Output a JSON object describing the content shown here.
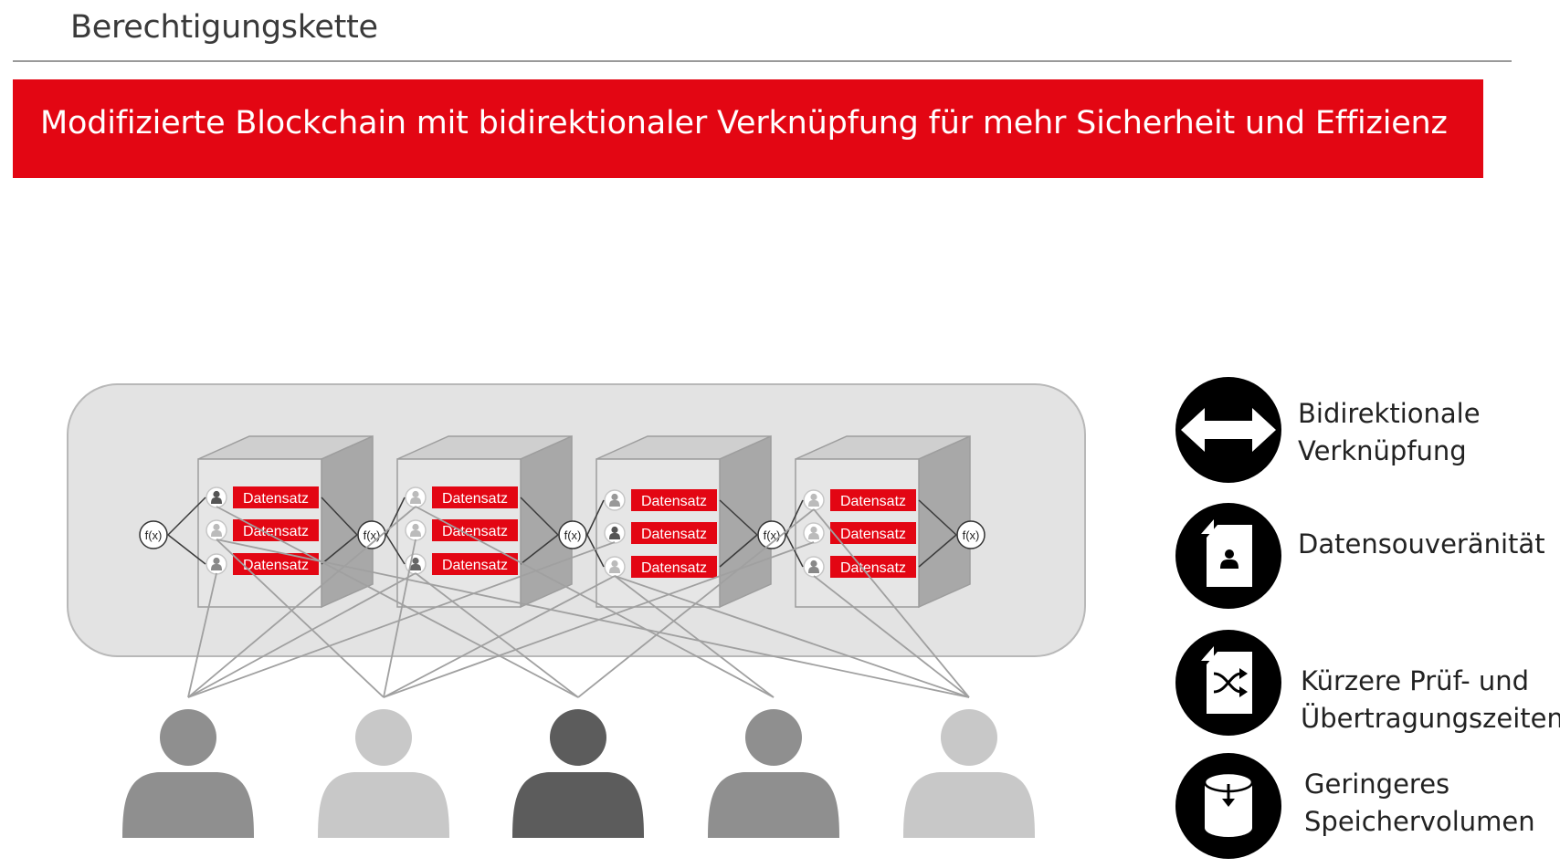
{
  "header": {
    "title": "Berechtigungskette",
    "banner": "Modifizierte Blockchain mit bidirektionaler Verknüpfung für mehr Sicherheit und Effizienz"
  },
  "diagram": {
    "record_label": "Datensatz",
    "function_label": "f(x)",
    "block_count": 4,
    "records_per_block": 3,
    "user_count": 5
  },
  "legend": [
    {
      "icon": "bidirectional-arrow-icon",
      "label": "Bidirektionale\nVerknüpfung"
    },
    {
      "icon": "document-user-icon",
      "label": "Datensouveränität"
    },
    {
      "icon": "shuffle-document-icon",
      "label": "Kürzere Prüf- und\nÜbertragungszeiten"
    },
    {
      "icon": "storage-cylinder-icon",
      "label": "Geringeres\nSpeichervolumen"
    }
  ],
  "colors": {
    "accent": "#e30613",
    "chain_background": "#e3e3e3",
    "user_shades": [
      "#8f8f8f",
      "#c8c8c8",
      "#5c5c5c",
      "#8f8f8f",
      "#c8c8c8"
    ]
  }
}
